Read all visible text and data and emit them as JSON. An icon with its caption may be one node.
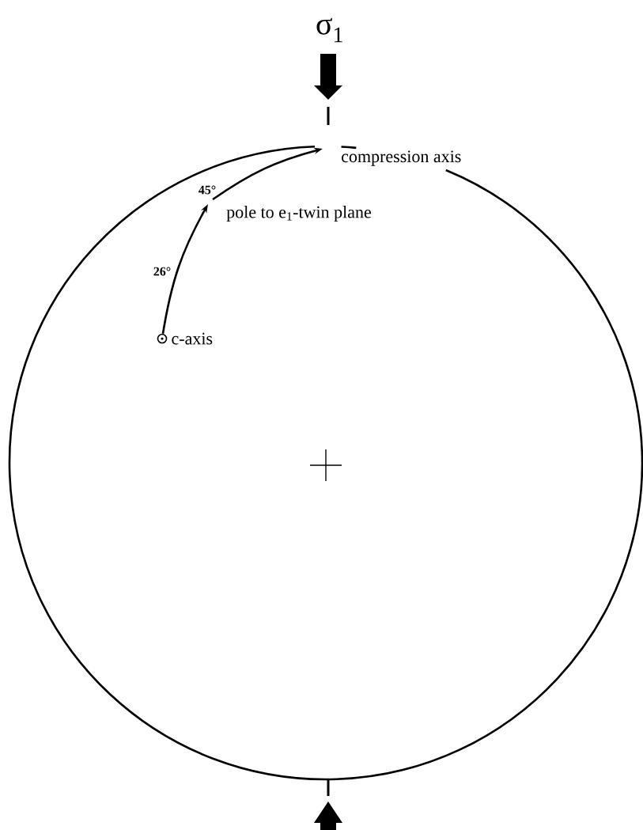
{
  "diagram": {
    "nodes": [
      {
        "text": [],
        "shape": "circle",
        "beside": [
          "c-axis"
        ]
      },
      {
        "text": [
          "pole to e$_{1}$-twin plane"
        ]
      },
      {
        "text": [
          "compression axis"
        ]
      }
    ],
    "edges": [
      {
        "from": 0,
        "to": 1,
        "arrow": "to",
        "label": "26°"
      },
      {
        "from": 1,
        "to": 2,
        "arrow": "to",
        "label": "45°"
      }
    ],
    "labels": [
      "σ$_{1}$"
    ]
  }
}
